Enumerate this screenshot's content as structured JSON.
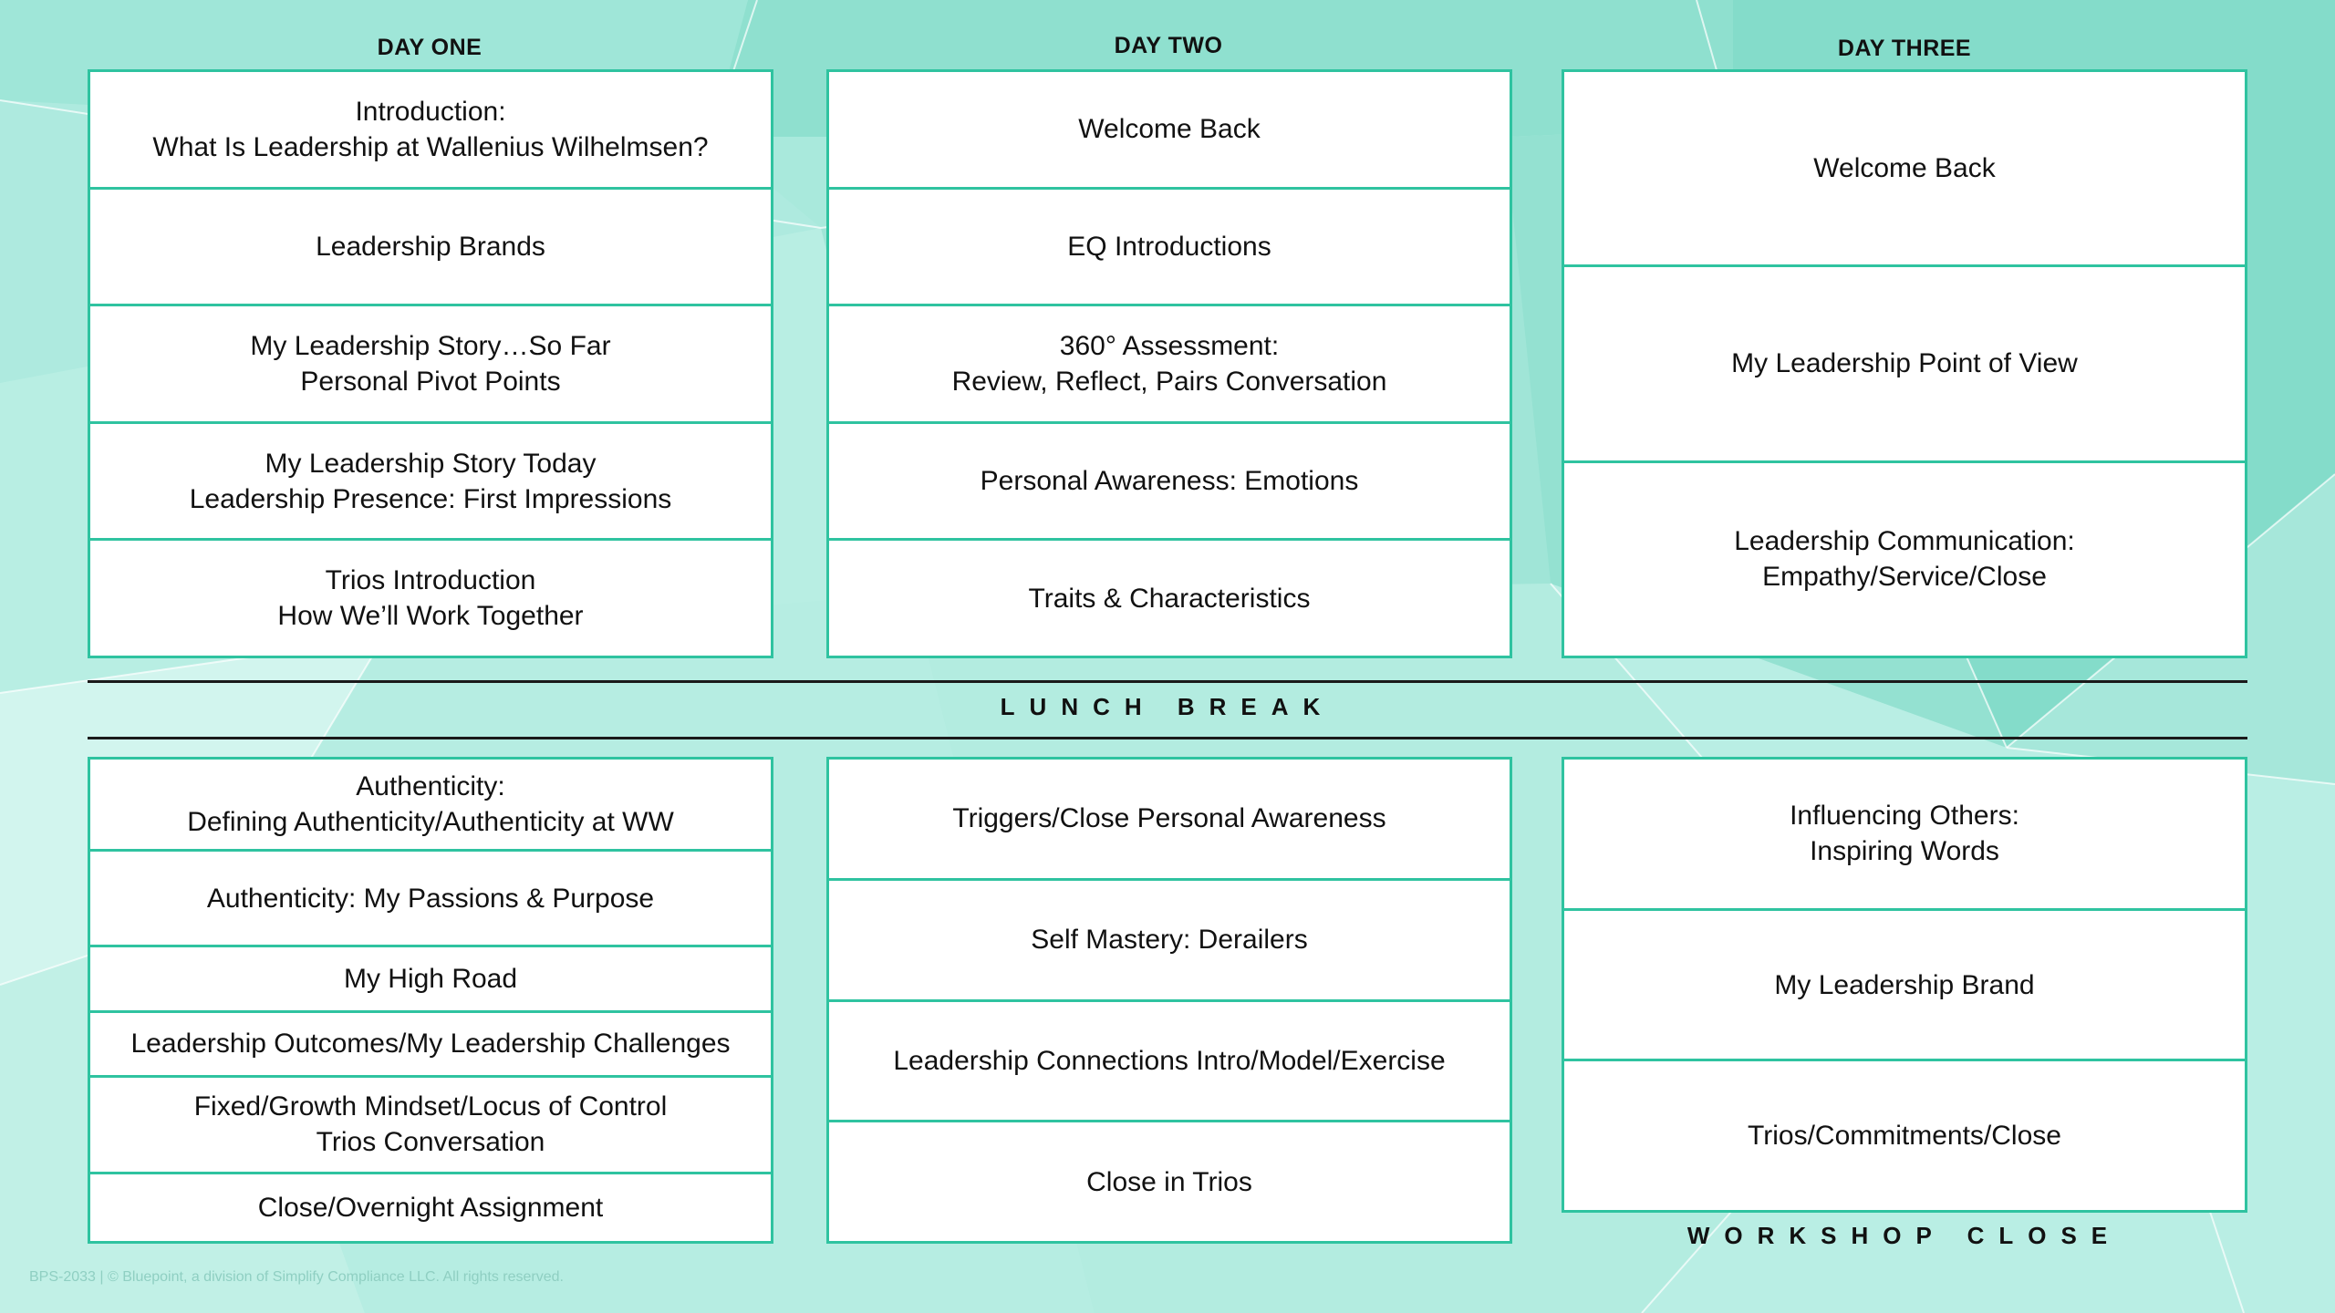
{
  "days": [
    {
      "title": "DAY ONE",
      "morning": [
        "Introduction:\nWhat Is Leadership at Wallenius Wilhelmsen?",
        "Leadership Brands",
        "My Leadership Story…So Far\nPersonal Pivot Points",
        "My Leadership Story Today\nLeadership Presence: First Impressions",
        "Trios Introduction\nHow We’ll Work Together"
      ],
      "afternoon": [
        "Authenticity:\nDefining Authenticity/Authenticity at WW",
        "Authenticity: My Passions & Purpose",
        "My High Road",
        "Leadership Outcomes/My Leadership Challenges",
        "Fixed/Growth Mindset/Locus of Control\nTrios Conversation",
        "Close/Overnight Assignment"
      ]
    },
    {
      "title": "DAY TWO",
      "morning": [
        "Welcome Back",
        "EQ Introductions",
        "360° Assessment:\nReview, Reflect, Pairs Conversation",
        "Personal Awareness: Emotions",
        "Traits & Characteristics"
      ],
      "afternoon": [
        "Triggers/Close Personal Awareness",
        "Self Mastery: Derailers",
        "Leadership Connections Intro/Model/Exercise",
        "Close in Trios"
      ]
    },
    {
      "title": "DAY THREE",
      "morning": [
        "Welcome Back",
        "My Leadership Point of View",
        "Leadership Communication:\nEmpathy/Service/Close"
      ],
      "afternoon": [
        "Influencing Others:\nInspiring Words",
        "My Leadership Brand",
        "Trios/Commitments/Close"
      ]
    }
  ],
  "lunch_label": "LUNCH BREAK",
  "workshop_close_label": "WORKSHOP CLOSE",
  "footer": "BPS-2033 | © Bluepoint, a division of Simplify Compliance LLC. All rights reserved.",
  "colors": {
    "accent": "#2fc3a0",
    "background": "#a9e9dc",
    "text": "#111111"
  }
}
